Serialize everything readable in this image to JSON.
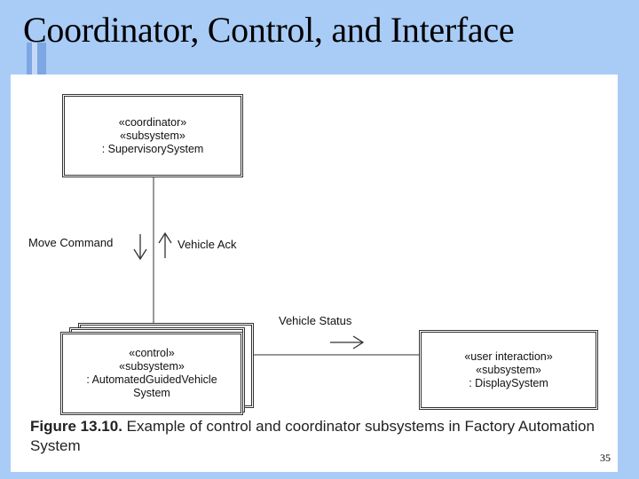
{
  "slide": {
    "title": "Coordinator, Control, and Interface",
    "page_number": "35"
  },
  "diagram": {
    "supervisory": {
      "lines": [
        "«coordinator»",
        "«subsystem»",
        ": SupervisorySystem"
      ]
    },
    "agv": {
      "lines": [
        "«control»",
        "«subsystem»",
        ": AutomatedGuidedVehicle",
        "System"
      ]
    },
    "display": {
      "lines": [
        "«user interaction»",
        "«subsystem»",
        ": DisplaySystem"
      ]
    },
    "messages": {
      "move_command": "Move Command",
      "vehicle_ack": "Vehicle Ack",
      "vehicle_status": "Vehicle Status"
    }
  },
  "caption": {
    "figure": "Figure 13.10.",
    "text": "Example of control and coordinator subsystems in Factory Automation System"
  },
  "colors": {
    "background": "#a9ccf7",
    "panel": "#ffffff",
    "line": "#333333"
  }
}
